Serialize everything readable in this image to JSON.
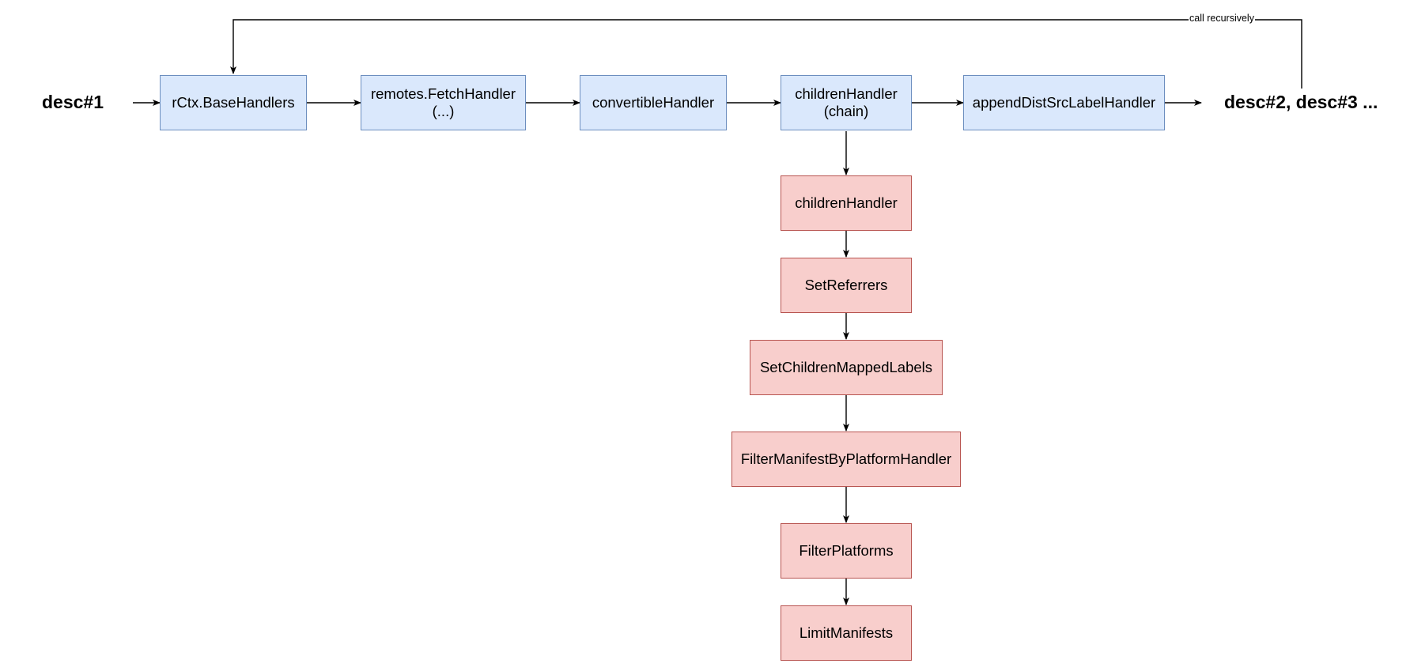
{
  "start_label": "desc#1",
  "end_label": "desc#2, desc#3 ...",
  "loop_label": "call recursively",
  "pipeline": [
    {
      "line1": "rCtx.BaseHandlers",
      "line2": ""
    },
    {
      "line1": "remotes.FetchHandler",
      "line2": "(...)"
    },
    {
      "line1": "convertibleHandler",
      "line2": ""
    },
    {
      "line1": "childrenHandler",
      "line2": "(chain)"
    },
    {
      "line1": "appendDistSrcLabelHandler",
      "line2": ""
    }
  ],
  "chain": [
    "childrenHandler",
    "SetReferrers",
    "SetChildrenMappedLabels",
    "FilterManifestByPlatformHandler",
    "FilterPlatforms",
    "LimitManifests"
  ],
  "colors": {
    "pipeline_fill": "#dae8fc",
    "pipeline_stroke": "#6c8ebf",
    "chain_fill": "#f8cecc",
    "chain_stroke": "#b85450"
  }
}
